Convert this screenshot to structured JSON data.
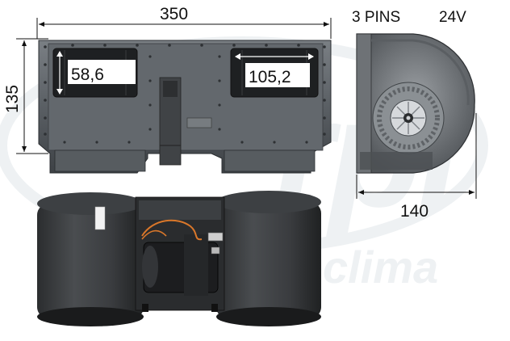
{
  "dimensions": {
    "width": "350",
    "height": "135",
    "depth": "140",
    "outlet_left": "58,6",
    "outlet_right": "105,2"
  },
  "specs": {
    "pins": "3 PINS",
    "voltage": "24V"
  },
  "watermark": {
    "logo_text": "rpl",
    "brand_text": "clima"
  },
  "colors": {
    "housing": "#555a5f",
    "housing_dark": "#3a3d40",
    "outline": "#111111",
    "watermark": "#eef1f3",
    "wire_orange": "#d9772a"
  }
}
